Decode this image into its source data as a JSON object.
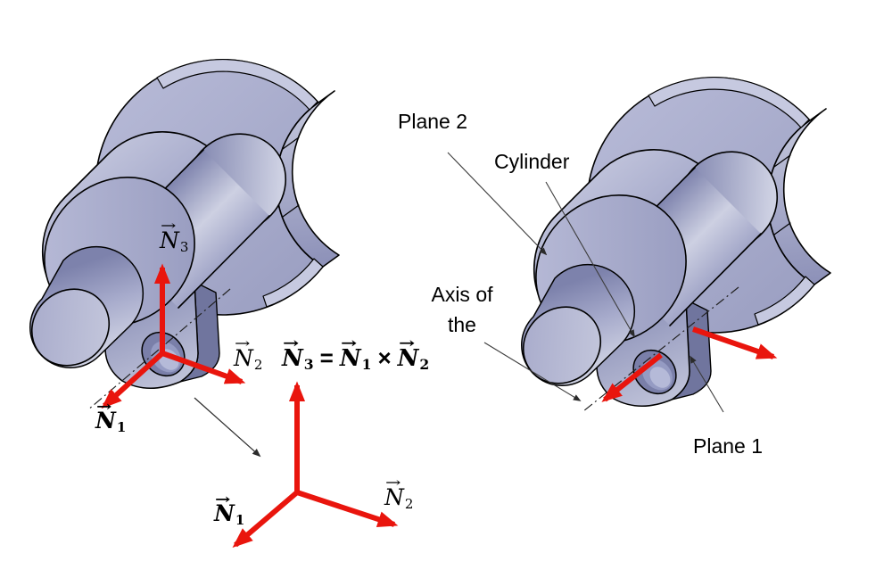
{
  "glyphs": {
    "vec_arrow": "→"
  },
  "colors": {
    "body_mid": "#a6a9c8",
    "body_light": "#c6c9e0",
    "body_dark": "#70759e",
    "outline": "#000000",
    "arrow_red": "#e9150d",
    "leader_gray": "#3c3c3c",
    "text": "#000000"
  },
  "left_figure": {
    "n1": {
      "base": "N",
      "sub": "1"
    },
    "n2": {
      "base": "N",
      "sub": "2"
    },
    "n3": {
      "base": "N",
      "sub": "3"
    }
  },
  "formula": {
    "lhs": {
      "base": "N",
      "sub": "3"
    },
    "equals": "=",
    "rhs1": {
      "base": "N",
      "sub": "1"
    },
    "times": "×",
    "rhs2": {
      "base": "N",
      "sub": "2"
    }
  },
  "triad": {
    "n1": {
      "base": "N",
      "sub": "1"
    },
    "n2": {
      "base": "N",
      "sub": "2"
    }
  },
  "right_figure": {
    "plane2_label": "Plane 2",
    "cylinder_label": "Cylinder",
    "axis_label_line1": "Axis of",
    "axis_label_line2": "the",
    "plane1_label": "Plane 1"
  }
}
